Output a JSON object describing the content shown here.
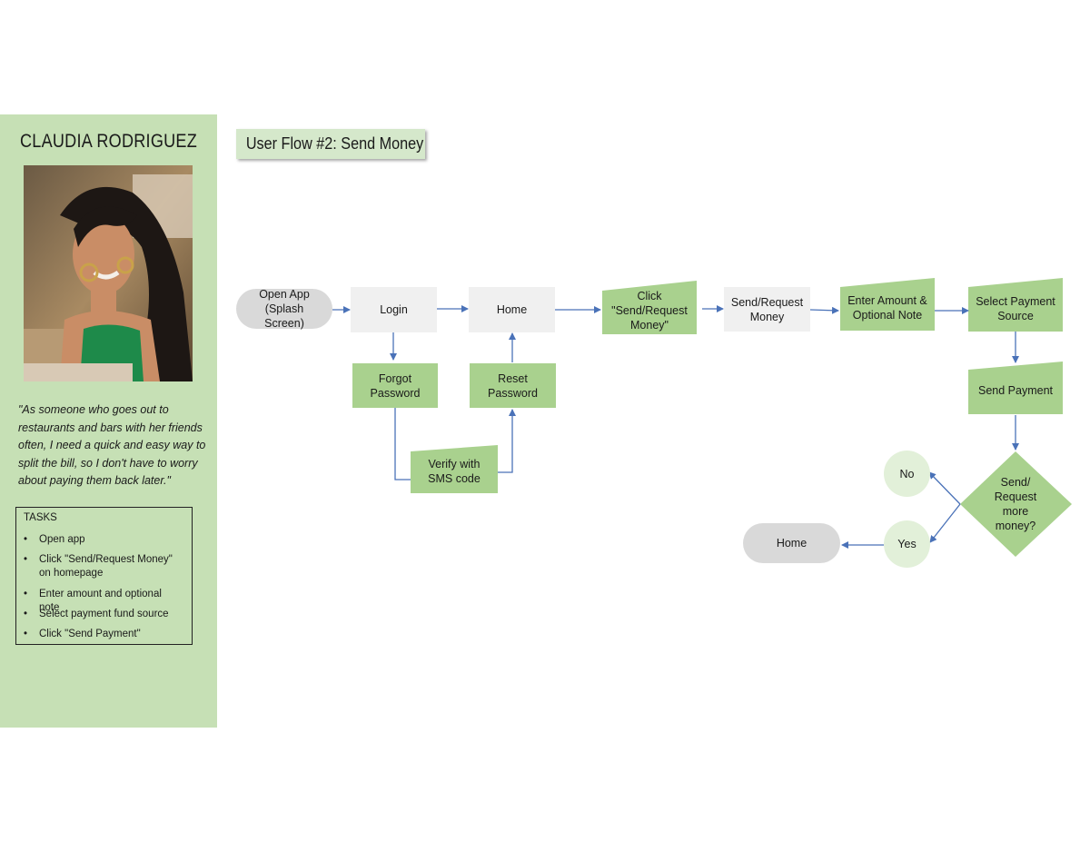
{
  "persona": {
    "name": "CLAUDIA RODRIGUEZ",
    "quote": "\"As someone who goes out to restaurants and bars with her friends often, I need a quick and easy way to split the bill, so I don't have to worry about paying them back later.\"",
    "tasks_title": "TASKS",
    "tasks": [
      "Open app",
      "Click \"Send/Request Money\" on homepage",
      "Enter amount and optional note",
      "Select payment fund source",
      "Click \"Send  Payment\""
    ]
  },
  "flow": {
    "title": "User Flow #2: Send Money",
    "nodes": {
      "open_app": "Open App (Splash Screen)",
      "login": "Login",
      "home": "Home",
      "click_send_request": "Click \"Send/Request Money\"",
      "send_request_money": "Send/Request Money",
      "enter_amount": "Enter Amount & Optional Note",
      "select_payment_source": "Select Payment Source",
      "forgot_password": "Forgot Password",
      "reset_password": "Reset Password",
      "verify_sms": "Verify with SMS code",
      "send_payment": "Send Payment",
      "decision": "Send/ Request more money?",
      "no": "No",
      "yes": "Yes",
      "home_end": "Home"
    }
  },
  "colors": {
    "sidebar": "#c6e0b5",
    "green_node": "#a9d18e",
    "gray_node": "#f0f0f0",
    "terminal": "#d9d9d9",
    "circle": "#e2f0d9",
    "arrow": "#4a72b8"
  }
}
